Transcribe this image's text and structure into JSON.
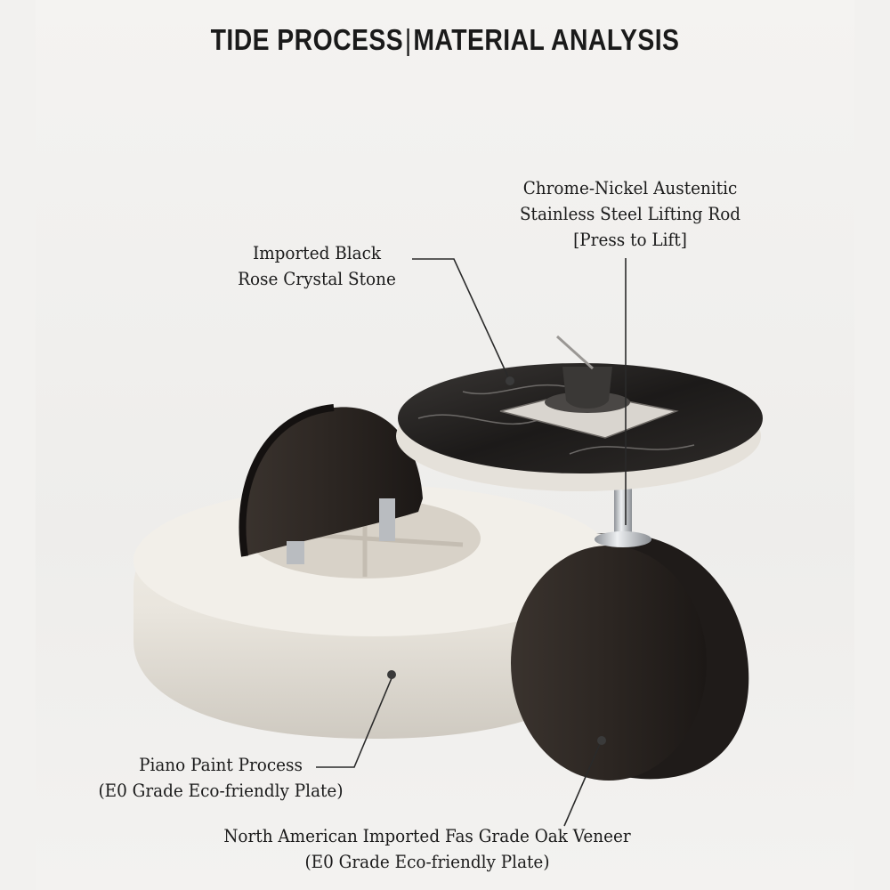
{
  "header": {
    "title_left": "TIDE PROCESS",
    "title_sep": "|",
    "title_right": "MATERIAL ANALYSIS"
  },
  "callouts": {
    "lifting_rod": {
      "line1": "Chrome-Nickel Austenitic",
      "line2": "Stainless Steel Lifting Rod",
      "line3": "[Press to Lift]"
    },
    "stone": {
      "line1": "Imported Black",
      "line2": "Rose Crystal Stone"
    },
    "paint": {
      "line1": "Piano Paint Process",
      "line2": "(E0 Grade Eco-friendly Plate)"
    },
    "oak": {
      "line1": "North American Imported Fas Grade Oak Veneer",
      "line2": "(E0 Grade Eco-friendly Plate)"
    }
  },
  "colors": {
    "background": "#f2f1ef",
    "cream": "#ebe7df",
    "dark_wood": "#2c2622",
    "stone_top": "#1f1d1c",
    "chrome": "#c9ccd0"
  }
}
